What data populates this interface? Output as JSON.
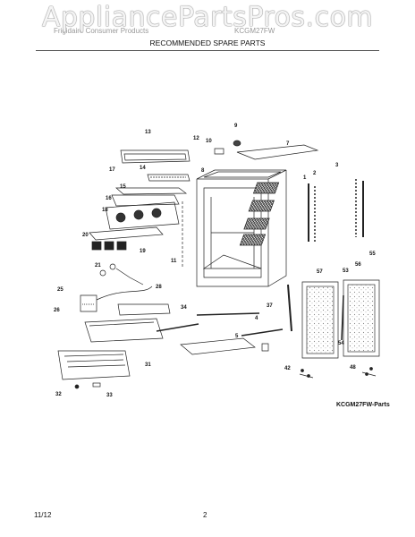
{
  "watermark": "AppliancePartsPros.com",
  "header": {
    "left": "Frigidaire Consumer Products",
    "right": "KCGM27FW",
    "subtitle": "RECOMMENDED SPARE PARTS"
  },
  "figure_id": "KCGM27FW-Parts",
  "footer": {
    "date": "11/12",
    "page": "2"
  },
  "callouts": [
    "9",
    "10",
    "7",
    "13",
    "12",
    "8",
    "17",
    "14",
    "15",
    "16",
    "3",
    "2",
    "1",
    "18",
    "20",
    "19",
    "11",
    "55",
    "21",
    "28",
    "25",
    "26",
    "57",
    "56",
    "53",
    "54",
    "37",
    "34",
    "31",
    "32",
    "33",
    "42",
    "48",
    "5",
    "4"
  ]
}
